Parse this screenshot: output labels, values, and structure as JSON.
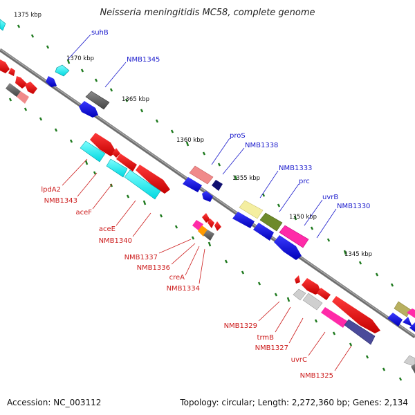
{
  "title": "Neisseria meningitidis MC58, complete genome",
  "footer": {
    "accession": "Accession: NC_003112",
    "summary": "Topology: circular; Length: 2,272,360 bp; Genes: 2,134"
  },
  "colors": {
    "backbone": "#7d7d7d",
    "tick": "#1f7a1f",
    "forward_label": "#1a1acc",
    "reverse_label": "#cc1a1a"
  },
  "kbp_labels": [
    "1375 kbp",
    "1370 kbp",
    "1365 kbp",
    "1360 kbp",
    "1355 kbp",
    "1350 kbp",
    "1345 kbp"
  ],
  "forward_labels": [
    "suhB",
    "NMB1345",
    "proS",
    "NMB1338",
    "NMB1333",
    "prc",
    "uvrB",
    "NMB1330"
  ],
  "reverse_labels": [
    "lpdA2",
    "NMB1343",
    "aceF",
    "aceE",
    "NMB1340",
    "NMB1337",
    "NMB1336",
    "creA",
    "NMB1334",
    "NMB1329",
    "trmB",
    "NMB1327",
    "uvrC",
    "NMB1325"
  ]
}
